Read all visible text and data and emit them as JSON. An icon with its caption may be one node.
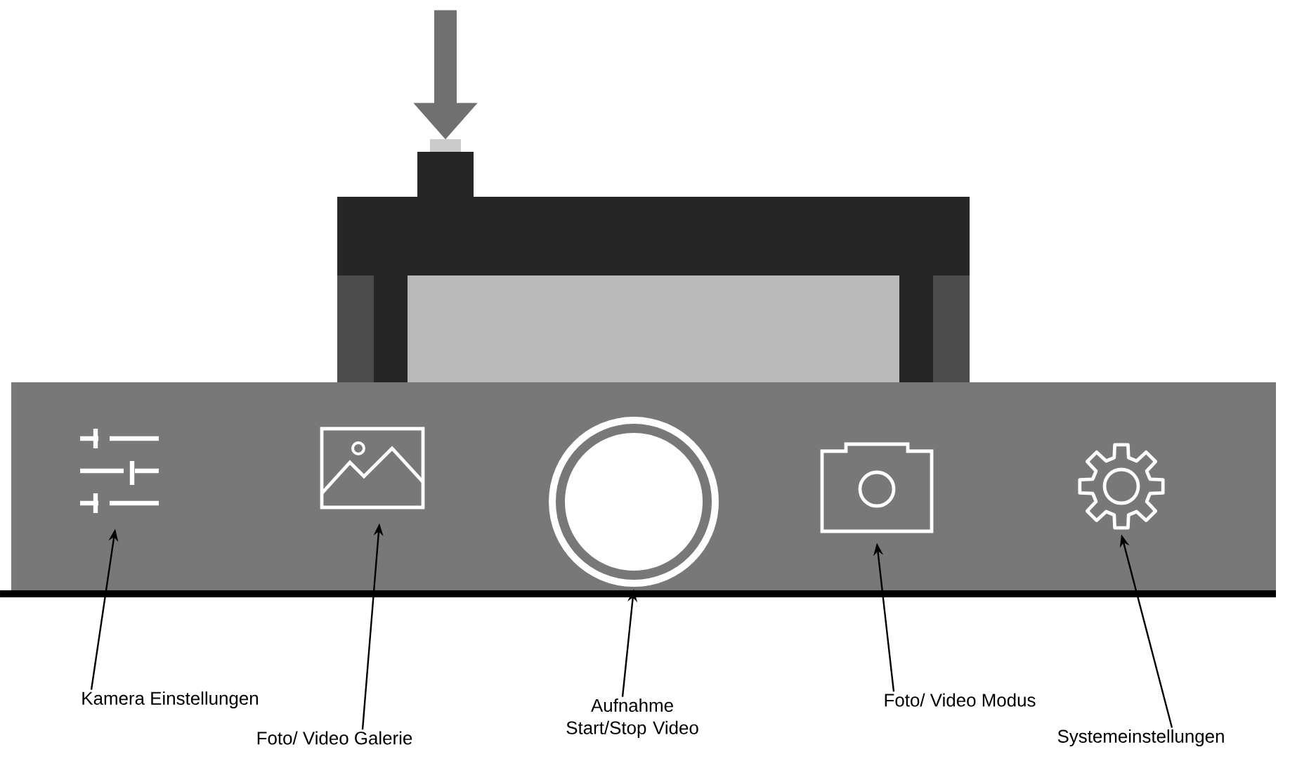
{
  "diagram": {
    "nodes": [
      {
        "text": [
          "Kamera Einstellungen"
        ]
      },
      {
        "text": [
          "Foto/ Video Galerie"
        ]
      },
      {
        "text": [
          "Aufnahme Start/Stop Video"
        ]
      },
      {
        "text": [
          "Foto/ Video Modus"
        ]
      },
      {
        "text": [
          "Systemeinstellungen"
        ]
      },
      {
        "text": [],
        "shape": "sliders"
      },
      {
        "text": [],
        "shape": "image"
      },
      {
        "text": [],
        "shape": "circle"
      },
      {
        "text": [],
        "shape": "camera"
      },
      {
        "text": [],
        "shape": "gear"
      },
      {
        "text": [],
        "shape": "button"
      }
    ],
    "edges": [
      {
        "from": 0,
        "to": 5,
        "arrow": "to"
      },
      {
        "from": 1,
        "to": 6,
        "arrow": "to"
      },
      {
        "from": 2,
        "to": 7,
        "arrow": "to"
      },
      {
        "from": 3,
        "to": 8,
        "arrow": "to"
      },
      {
        "from": 4,
        "to": 9,
        "arrow": "to"
      },
      {
        "from": null,
        "to": 10,
        "arrow": "to",
        "style": "thick",
        "color": "#707070"
      }
    ]
  }
}
